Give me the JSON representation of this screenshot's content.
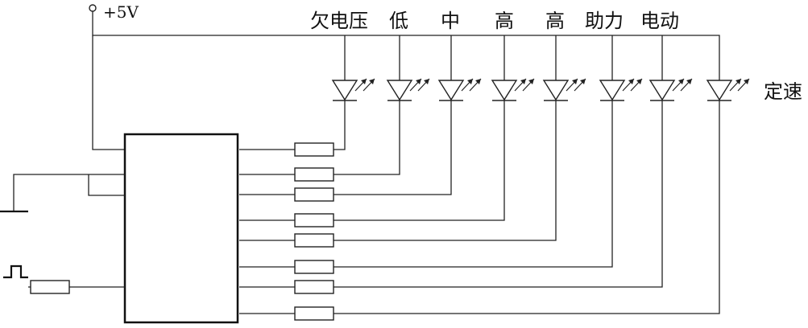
{
  "supply_label": "+5V",
  "led_labels": [
    "欠电压",
    "低",
    "中",
    "高",
    "高",
    "助力",
    "电动",
    "定速"
  ],
  "colors": {
    "line": "#222222",
    "background": "#ffffff"
  }
}
